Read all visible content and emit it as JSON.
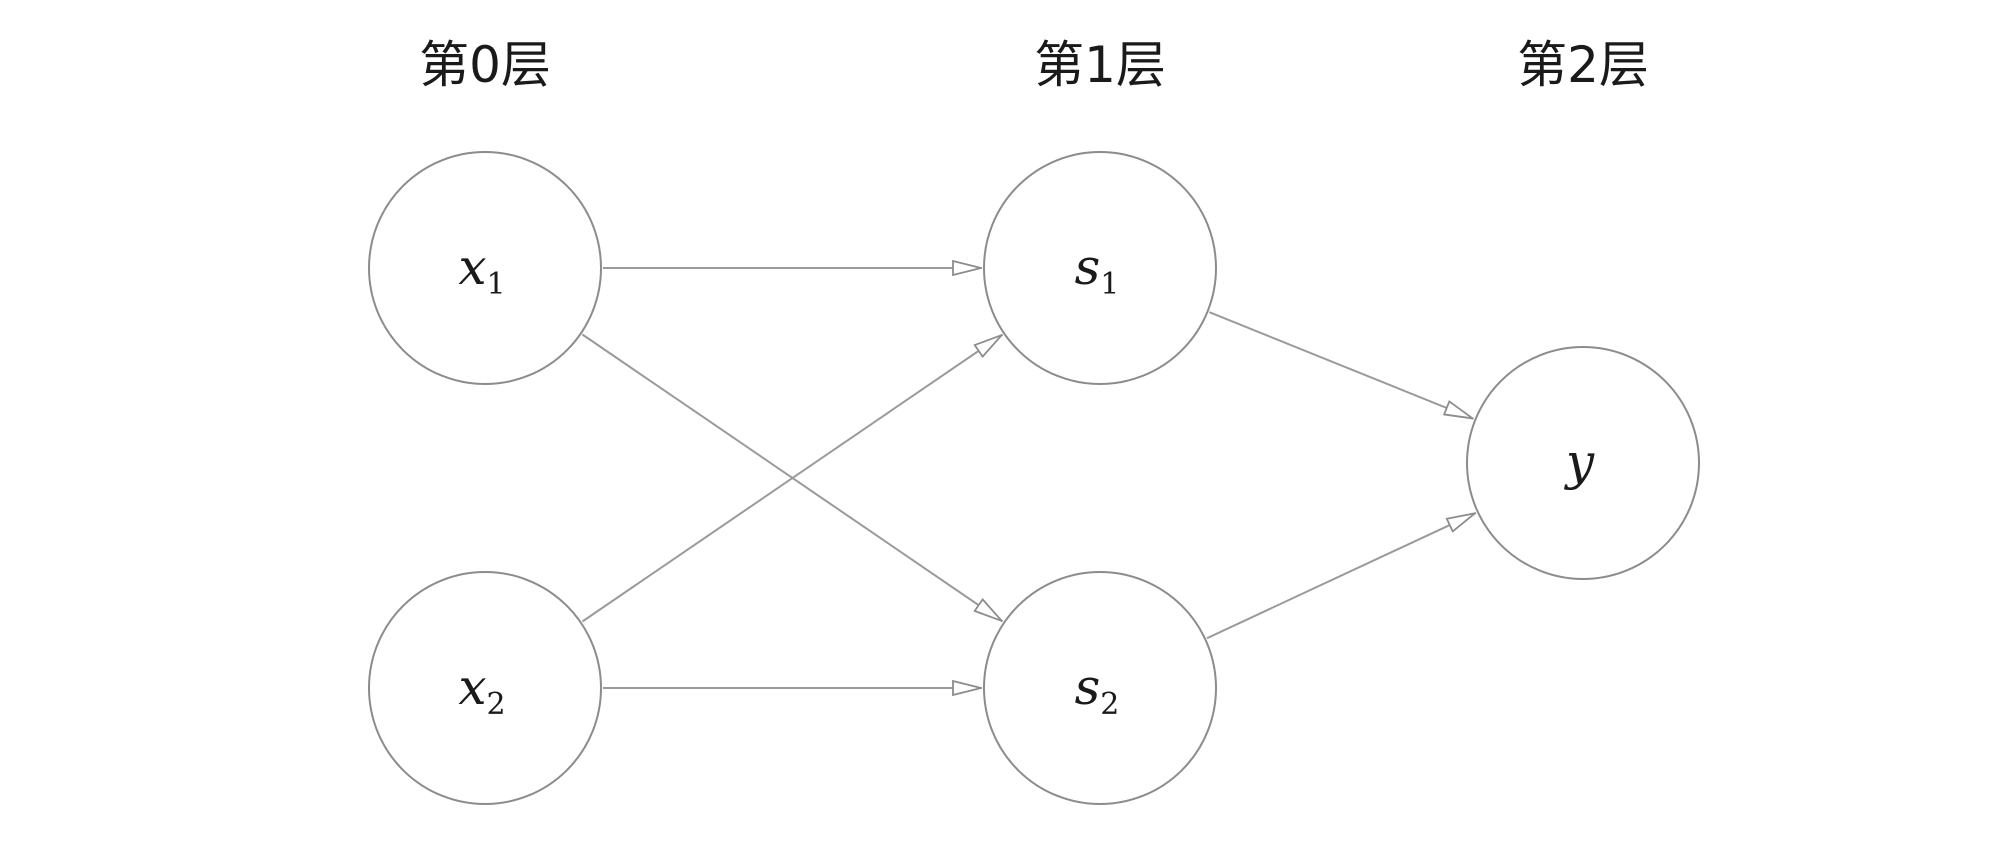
{
  "layers": [
    {
      "id": "layer0",
      "label": "第0层"
    },
    {
      "id": "layer1",
      "label": "第1层"
    },
    {
      "id": "layer2",
      "label": "第2层"
    }
  ],
  "nodes": [
    {
      "id": "x1",
      "layer": 0,
      "var": "x",
      "sub": "1"
    },
    {
      "id": "x2",
      "layer": 0,
      "var": "x",
      "sub": "2"
    },
    {
      "id": "s1",
      "layer": 1,
      "var": "s",
      "sub": "1"
    },
    {
      "id": "s2",
      "layer": 1,
      "var": "s",
      "sub": "2"
    },
    {
      "id": "y",
      "layer": 2,
      "var": "y",
      "sub": ""
    }
  ],
  "edges": [
    {
      "from": "x1",
      "to": "s1"
    },
    {
      "from": "x1",
      "to": "s2"
    },
    {
      "from": "x2",
      "to": "s1"
    },
    {
      "from": "x2",
      "to": "s2"
    },
    {
      "from": "s1",
      "to": "y"
    },
    {
      "from": "s2",
      "to": "y"
    }
  ]
}
